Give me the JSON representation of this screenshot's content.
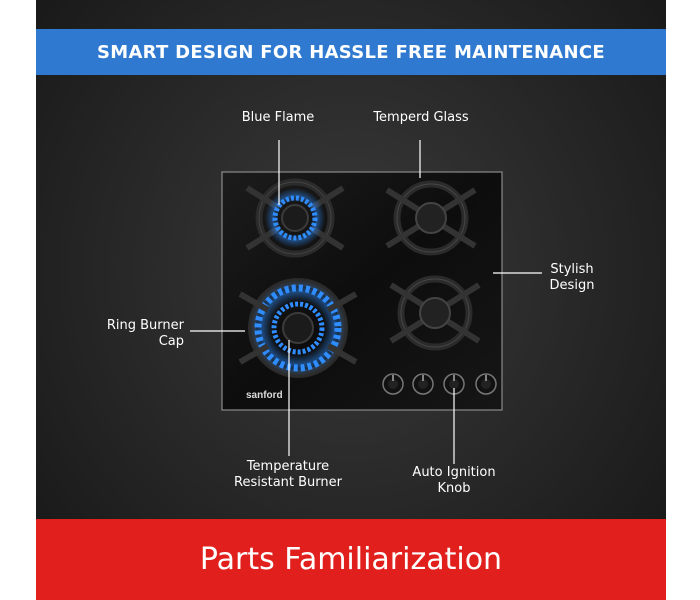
{
  "header": {
    "title": "SMART DESIGN FOR HASSLE FREE MAINTENANCE"
  },
  "brand": {
    "logo_text": "sanford"
  },
  "labels": {
    "blue_flame": "Blue Flame",
    "tempered_glass": "Temperd Glass",
    "stylish_design_line1": "Stylish",
    "stylish_design_line2": "Design",
    "ring_burner_cap_line1": "Ring Burner",
    "ring_burner_cap_line2": "Cap",
    "temperature_burner_line1": "Temperature",
    "temperature_burner_line2": "Resistant Burner",
    "auto_ignition_line1": "Auto Ignition",
    "auto_ignition_line2": "Knob"
  },
  "footer": {
    "title": "Parts Familiarization"
  },
  "colors": {
    "banner_blue": "#2f7ad0",
    "banner_red": "#e1201e",
    "flame_blue": "#2f8dff",
    "panel_dark": "#2a2a2a"
  },
  "icons": [
    "gas-burner-icon",
    "control-knob-icon"
  ]
}
